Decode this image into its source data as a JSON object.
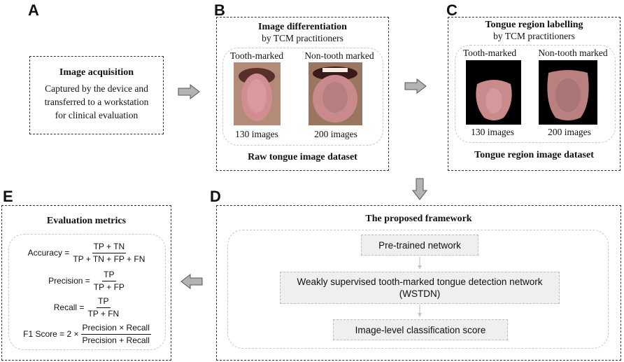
{
  "panels": {
    "a": {
      "letter": "A",
      "title": "Image acquisition",
      "lines": [
        "Captured by the device and",
        "transferred to a workstation",
        "for clinical evaluation"
      ]
    },
    "b": {
      "letter": "B",
      "title": "Image differentiation",
      "subtitle": "by TCM practitioners",
      "left_label": "Tooth-marked",
      "right_label": "Non-tooth marked",
      "left_count": "130 images",
      "right_count": "200 images",
      "footer": "Raw tongue image dataset"
    },
    "c": {
      "letter": "C",
      "title": "Tongue region labelling",
      "subtitle": "by TCM practitioners",
      "left_label": "Tooth-marked",
      "right_label": "Non-tooth marked",
      "left_count": "130 images",
      "right_count": "200 images",
      "footer": "Tongue region image dataset"
    },
    "d": {
      "letter": "D",
      "title": "The proposed framework",
      "step1": "Pre-trained network",
      "step2_line1": "Weakly supervised tooth-marked tongue detection network",
      "step2_line2": "(WSTDN)",
      "step3": "Image-level classification score"
    },
    "e": {
      "letter": "E",
      "title": "Evaluation metrics",
      "accuracy": {
        "name": "Accuracy =",
        "num": "TP + TN",
        "den": "TP + TN + FP + FN"
      },
      "precision": {
        "name": "Precision =",
        "num": "TP",
        "den": "TP + FP"
      },
      "recall": {
        "name": "Recall =",
        "num": "TP",
        "den": "TP + FN"
      },
      "f1": {
        "name": "F1 Score = 2 ×",
        "num": "Precision × Recall",
        "den": "Precision + Recall"
      }
    }
  },
  "colors": {
    "arrow_fill": "#b3b3b3",
    "arrow_stroke": "#555555",
    "box_fill": "#efefef",
    "tongue_pink": "#c98a8c",
    "image_background_dark": "#000000"
  }
}
